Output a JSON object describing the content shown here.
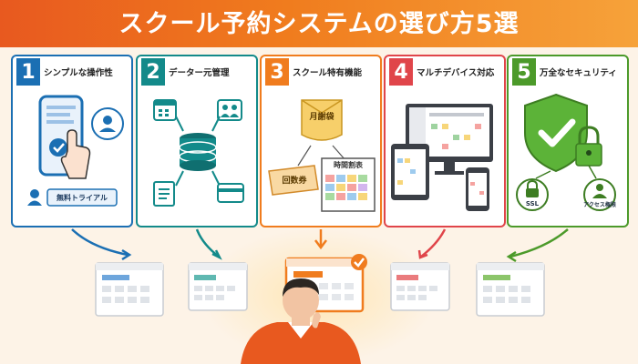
{
  "header": {
    "title": "スクール予約システムの選び方5選",
    "colors": {
      "start": "#e8591f",
      "end": "#f6a23a"
    }
  },
  "cards": [
    {
      "number": "1",
      "title": "シンプルな操作性",
      "color": "#1b6fb3",
      "icon": "smartphone-touch-icon",
      "badge": "無料トライアル"
    },
    {
      "number": "2",
      "title": "データー元管理",
      "color": "#138a8a",
      "icon": "database-icon"
    },
    {
      "number": "3",
      "title": "スクール特有機能",
      "color": "#f07c1e",
      "icon": "tuition-ticket-timetable-icon",
      "labels": {
        "envelope": "月謝袋",
        "ticket": "回数券",
        "timetable": "時間割表"
      }
    },
    {
      "number": "4",
      "title": "マルチデバイス対応",
      "color": "#e0454a",
      "icon": "multi-device-icon"
    },
    {
      "number": "5",
      "title": "万全なセキュリティ",
      "color": "#4c9a2a",
      "icon": "security-shield-icon",
      "labels": {
        "ssl": "SSL",
        "access": "アクセス権限"
      }
    }
  ]
}
